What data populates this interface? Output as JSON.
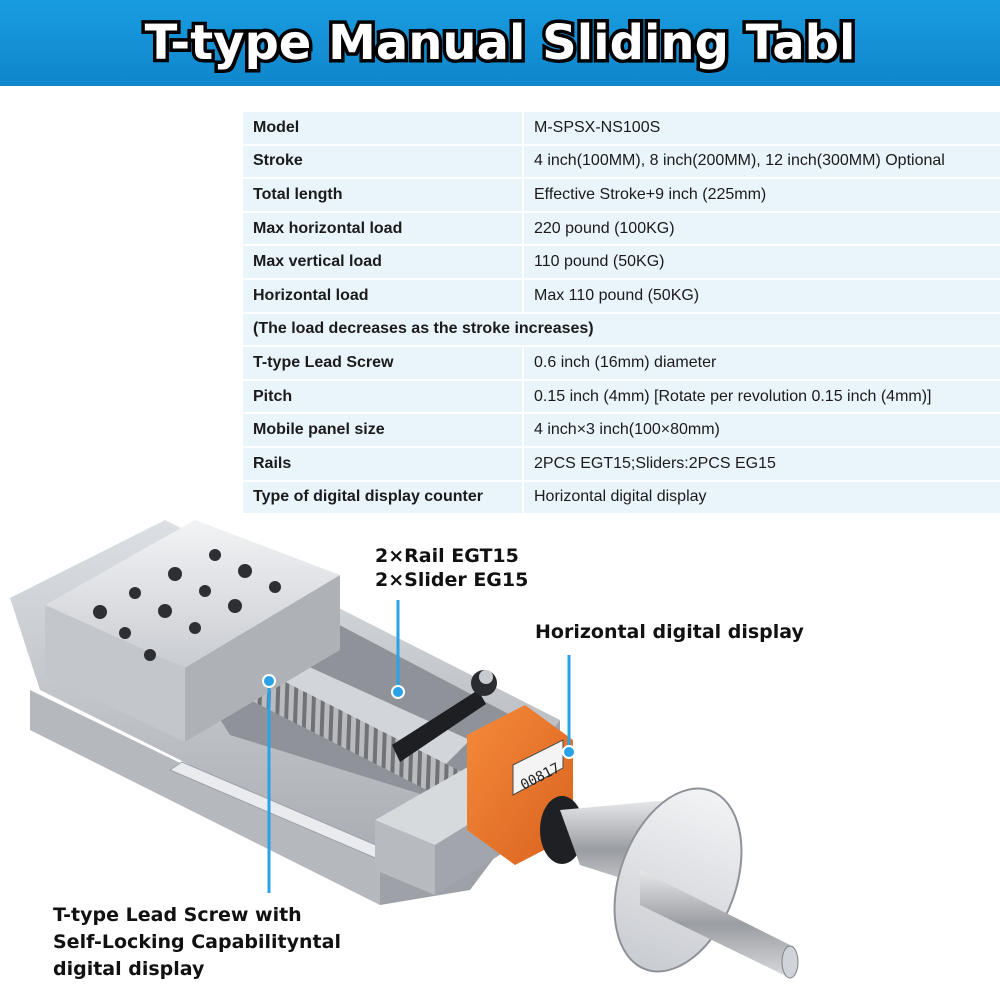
{
  "header": {
    "title": "T-type Manual Sliding Tabl"
  },
  "specs": {
    "rows": [
      {
        "label": "Model",
        "value": "M-SPSX-NS100S"
      },
      {
        "label": "Stroke",
        "value": "4 inch(100MM), 8 inch(200MM), 12 inch(300MM) Optional"
      },
      {
        "label": "Total length",
        "value": "Effective Stroke+9 inch (225mm)"
      },
      {
        "label": "Max horizontal load",
        "value": "220 pound (100KG)"
      },
      {
        "label": "Max vertical load",
        "value": "110 pound (50KG)"
      },
      {
        "label": "Horizontal load",
        "value": "Max 110 pound (50KG)"
      },
      {
        "label": "T-type Lead Screw",
        "value": "0.6 inch (16mm) diameter"
      },
      {
        "label": "Pitch",
        "value": "0.15 inch (4mm) [Rotate per revolution 0.15 inch (4mm)]"
      },
      {
        "label": "Mobile panel size",
        "value": "4 inch×3 inch(100×80mm)"
      },
      {
        "label": "Rails",
        "value": "2PCS EGT15;Sliders:2PCS EG15"
      },
      {
        "label": "Type of digital display counter",
        "value": "Horizontal digital display"
      }
    ],
    "note": "(The load decreases as the stroke increases)"
  },
  "callouts": {
    "rail_line1": "2×Rail EGT15",
    "rail_line2": "2×Slider EG15",
    "display": "Horizontal digital display",
    "screw_line1": "T-type Lead Screw with",
    "screw_line2": "Self-Locking Capabilityntal",
    "screw_line3": "digital display"
  },
  "counter": {
    "reading": "00817"
  },
  "colors": {
    "header": "#1a9ce0",
    "table_bg": "#eaf4fb",
    "counter": "#f07a2c",
    "callout_line": "#2aa2e8"
  }
}
